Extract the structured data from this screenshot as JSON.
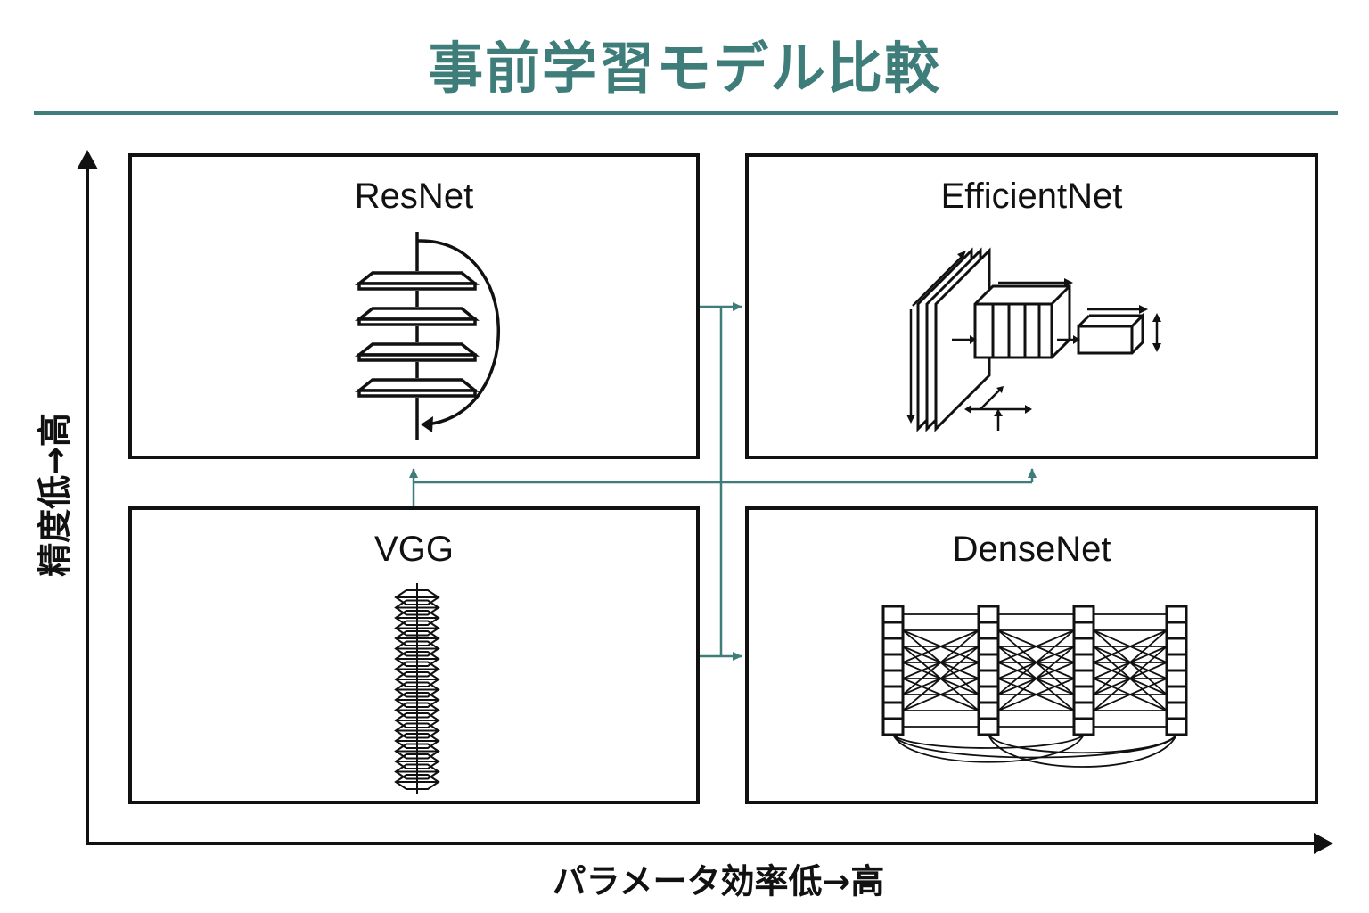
{
  "title": "事前学習モデル比較",
  "colors": {
    "accent": "#3f7d7a",
    "ink": "#111111",
    "background": "#ffffff"
  },
  "axes": {
    "y": {
      "name": "精度",
      "range": "低→高"
    },
    "x": {
      "name": "パラメータ効率",
      "range": "低→高"
    }
  },
  "models": {
    "resnet": {
      "label": "ResNet",
      "icon": "residual-block-stack-icon"
    },
    "efficientnet": {
      "label": "EfficientNet",
      "icon": "compound-scaling-icon"
    },
    "vgg": {
      "label": "VGG",
      "icon": "deep-layer-stack-icon"
    },
    "densenet": {
      "label": "DenseNet",
      "icon": "dense-connectivity-icon"
    }
  },
  "relations": [
    {
      "from": "VGG",
      "to": "ResNet"
    },
    {
      "from": "VGG",
      "to": "EfficientNet"
    },
    {
      "from": "ResNet",
      "to": "EfficientNet"
    },
    {
      "from": "VGG",
      "to": "DenseNet"
    }
  ]
}
